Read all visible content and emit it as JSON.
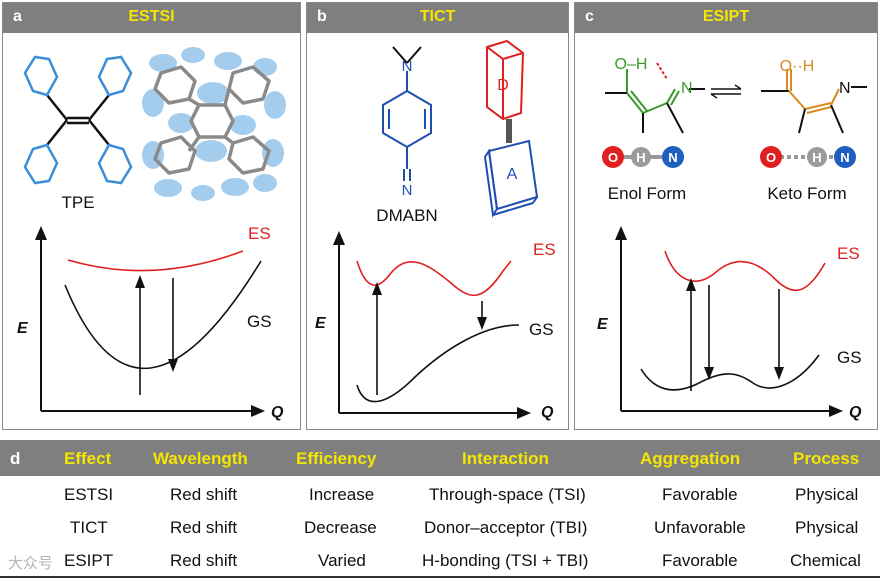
{
  "panels": [
    {
      "letter": "a",
      "title": "ESTSI",
      "molecule_label": "TPE",
      "es": "ES",
      "gs": "GS",
      "e_axis": "E",
      "q_axis": "Q"
    },
    {
      "letter": "b",
      "title": "TICT",
      "molecule_label": "DMABN",
      "donor": "D",
      "acceptor": "A",
      "nitrogen": "N",
      "es": "ES",
      "gs": "GS",
      "e_axis": "E",
      "q_axis": "Q"
    },
    {
      "letter": "c",
      "title": "ESIPT",
      "enol_label": "Enol Form",
      "keto_label": "Keto Form",
      "enol_atoms": "O–H",
      "keto_atoms": "O··H",
      "atom_o": "O",
      "atom_h": "H",
      "atom_n": "N",
      "es": "ES",
      "gs": "GS",
      "e_axis": "E",
      "q_axis": "Q"
    }
  ],
  "table": {
    "letter": "d",
    "headers": [
      "Effect",
      "Wavelength",
      "Efficiency",
      "Interaction",
      "Aggregation",
      "Process"
    ],
    "rows": [
      [
        "ESTSI",
        "Red shift",
        "Increase",
        "Through-space (TSI)",
        "Favorable",
        "Physical"
      ],
      [
        "TICT",
        "Red shift",
        "Decrease",
        "Donor–acceptor (TBI)",
        "Unfavorable",
        "Physical"
      ],
      [
        "ESIPT",
        "Red shift",
        "Varied",
        "H-bonding (TSI + TBI)",
        "Favorable",
        "Chemical"
      ]
    ]
  },
  "watermark": "大众号",
  "colors": {
    "header_bg": "#7f7f7f",
    "title_yellow": "#f5e600",
    "es_red": "#e02020",
    "blue": "#1e4fb0",
    "green": "#3a9a2a",
    "orange": "#d98a1e",
    "orbital_blue": "#5aa6e0"
  }
}
